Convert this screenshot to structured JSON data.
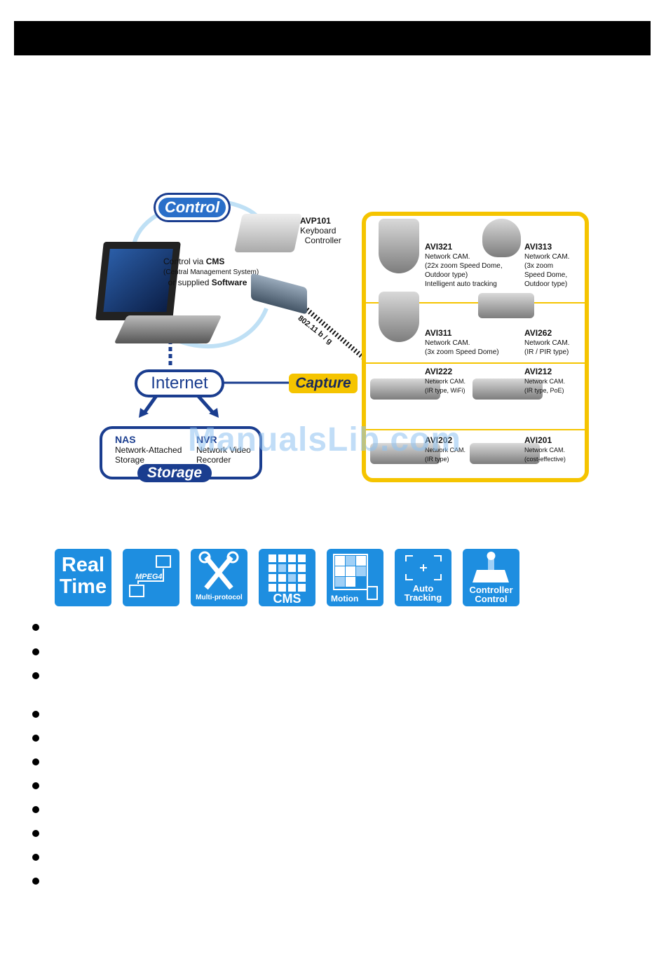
{
  "header": {
    "bar_color": "#000000"
  },
  "diagram": {
    "control_label": "Control",
    "keyboard": {
      "model": "AVP101",
      "line1": "Keyboard",
      "line2": "Controller"
    },
    "control_via_text": {
      "prefix": "Control via ",
      "cms": "CMS",
      "line2": "(Central Management System)",
      "line3_prefix": "or supplied ",
      "software": "Software"
    },
    "wireless_label": "802.11 b / g",
    "internet_label": "Internet",
    "capture_label": "Capture",
    "storage": {
      "label": "Storage",
      "nas_title": "NAS",
      "nas_line1": "Network-Attached",
      "nas_line2": "Storage",
      "nvr_title": "NVR",
      "nvr_line1": "Network Video",
      "nvr_line2": "Recorder"
    },
    "cameras": [
      {
        "model": "AVI321",
        "lines": [
          "Network CAM.",
          "(22x zoom Speed Dome,",
          "Outdoor type)",
          "Intelligent auto tracking"
        ]
      },
      {
        "model": "AVI313",
        "lines": [
          "Network CAM.",
          "(3x zoom",
          "Speed Dome,",
          "Outdoor type)"
        ]
      },
      {
        "model": "AVI311",
        "lines": [
          "Network CAM.",
          "(3x zoom Speed Dome)"
        ]
      },
      {
        "model": "AVI262",
        "lines": [
          "Network CAM.",
          "(IR / PIR type)"
        ]
      },
      {
        "model": "AVI222",
        "lines": [
          "Network CAM.",
          "(IR type, WiFi)"
        ]
      },
      {
        "model": "AVI212",
        "lines": [
          "Network CAM.",
          "(IR type, PoE)"
        ]
      },
      {
        "model": "AVI202",
        "lines": [
          "Network CAM.",
          "(IR type)"
        ]
      },
      {
        "model": "AVI201",
        "lines": [
          "Network CAM.",
          "(cost-effective)"
        ]
      }
    ]
  },
  "watermark": "ManualsLib.com",
  "feature_icons": [
    {
      "label": "Real Time",
      "icon": "real-time-icon"
    },
    {
      "label": "MPEG4",
      "icon": "mpeg4-icon"
    },
    {
      "label": "Multi-protocol",
      "icon": "multi-protocol-icon"
    },
    {
      "label": "CMS",
      "icon": "cms-icon"
    },
    {
      "label": "Motion",
      "icon": "motion-icon"
    },
    {
      "label": "Auto Tracking",
      "icon": "auto-tracking-icon"
    },
    {
      "label": "Controller Control",
      "icon": "controller-control-icon"
    }
  ],
  "bullet_count": 11,
  "colors": {
    "accent_blue": "#1a3d8f",
    "icon_blue": "#1e8ee0",
    "capture_yellow": "#f5c400"
  }
}
